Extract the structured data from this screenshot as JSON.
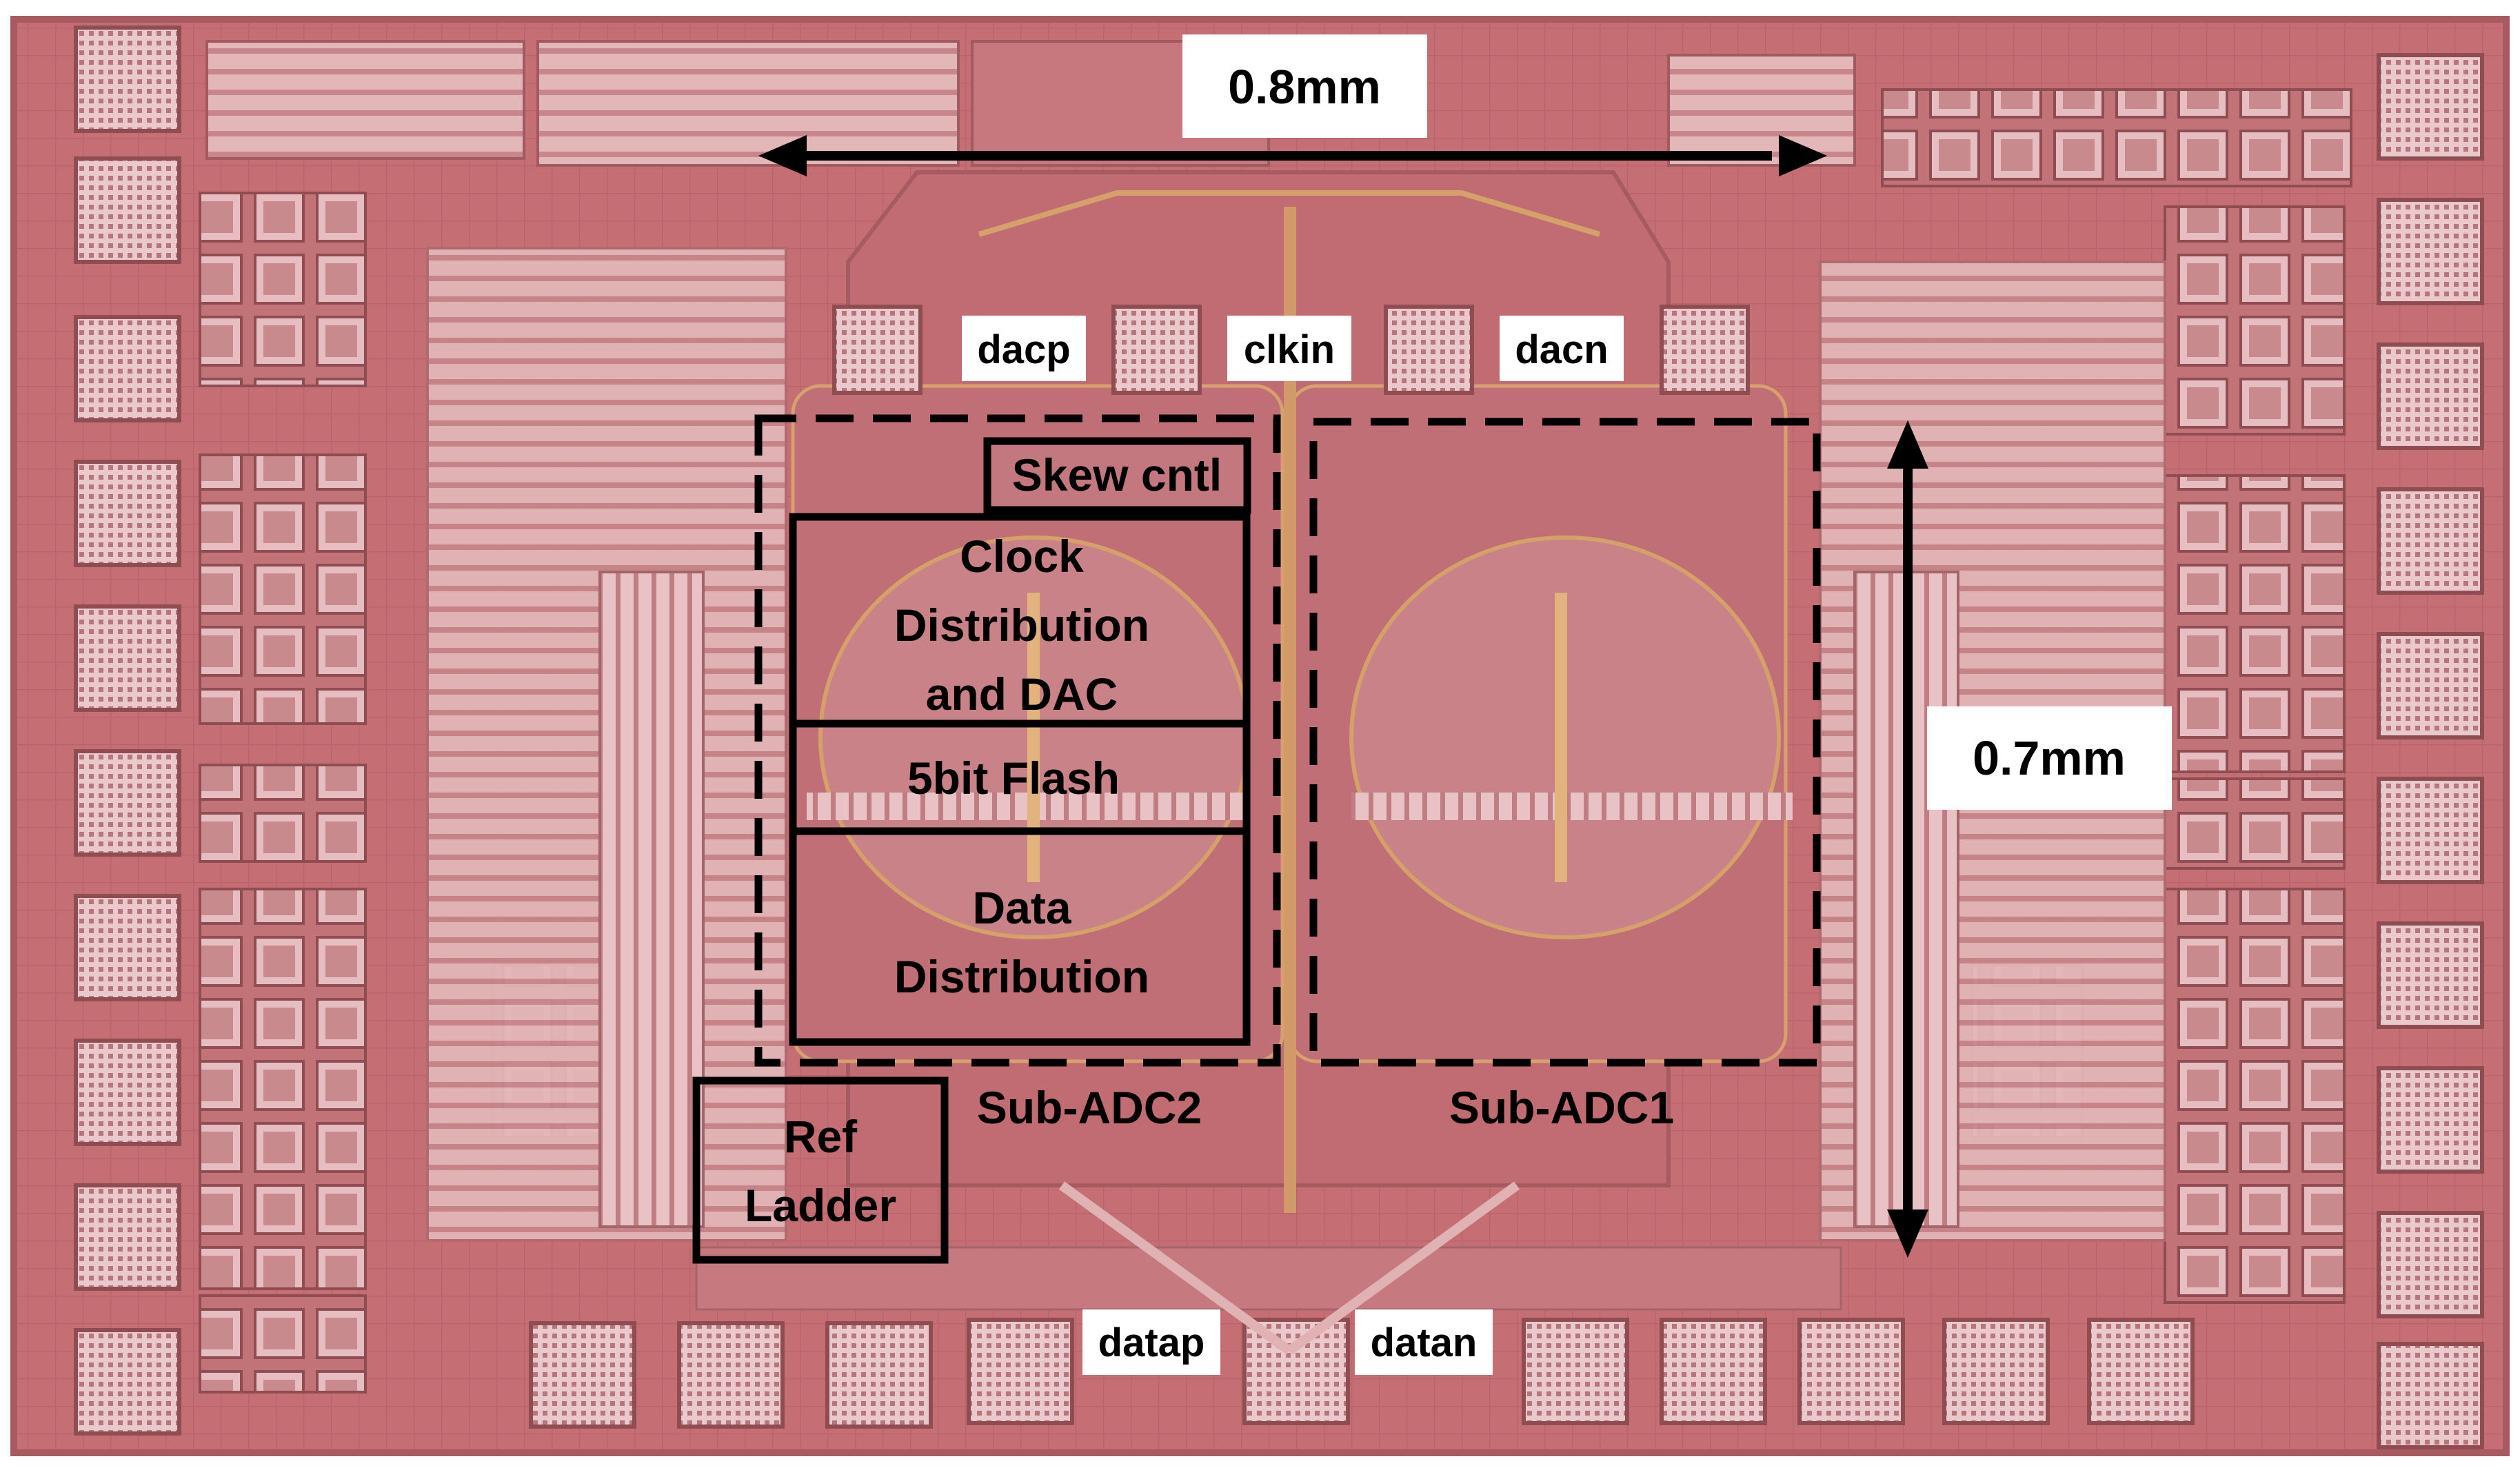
{
  "scale_bars": {
    "horizontal_label": "0.8mm",
    "vertical_label": "0.7mm"
  },
  "pins": {
    "dacp": "dacp",
    "clkin": "clkin",
    "dacn": "dacn",
    "datap": "datap",
    "datan": "datan"
  },
  "blocks": {
    "skew_cntl": "Skew cntl",
    "clock_dist_line1": "Clock",
    "clock_dist_line2": "Distribution",
    "clock_dist_line3": "and DAC",
    "flash": "5bit Flash",
    "data_dist_line1": "Data",
    "data_dist_line2": "Distribution",
    "ref_ladder_line1": "Ref",
    "ref_ladder_line2": "Ladder"
  },
  "regions": {
    "sub_adc2": "Sub-ADC2",
    "sub_adc1": "Sub-ADC1"
  },
  "colors": {
    "die": "#c9767c",
    "die_light": "#d99aa0",
    "pad": "#e8c4c6",
    "pad_border": "#9a5358",
    "metal": "#e2b0b2",
    "core": "#b9686e",
    "gold": "#d6a06a",
    "ink": "#000000"
  }
}
